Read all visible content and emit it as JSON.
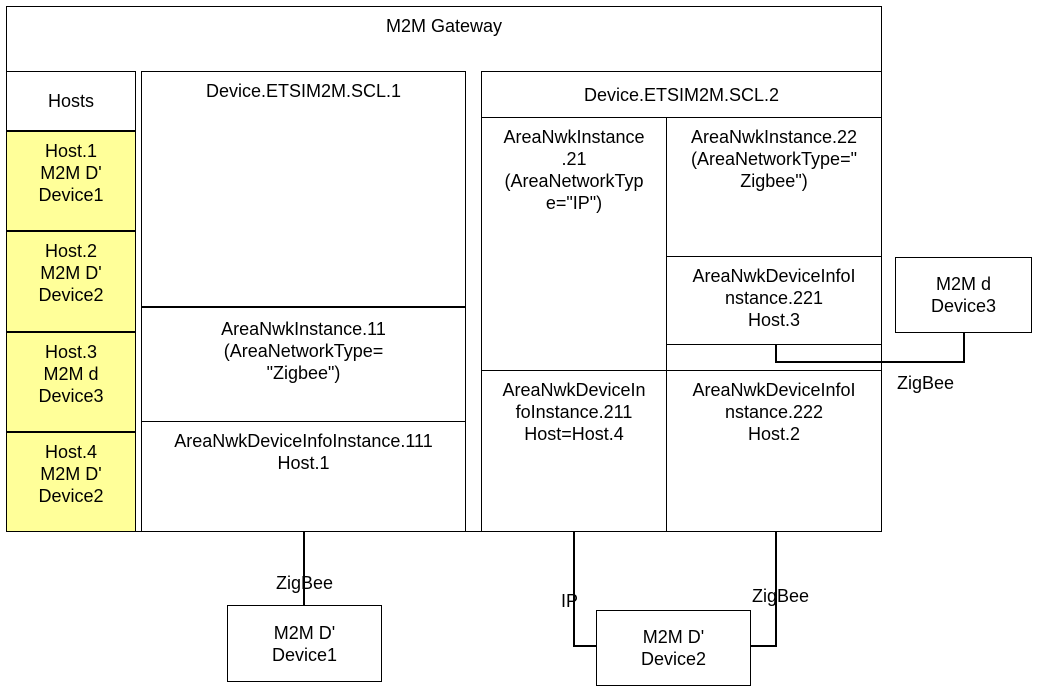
{
  "gateway": {
    "title": "M2M Gateway"
  },
  "hosts": {
    "header": "Hosts",
    "items": [
      {
        "label": "Host.1\nM2M D'\nDevice1"
      },
      {
        "label": "Host.2\nM2M D'\nDevice2"
      },
      {
        "label": "Host.3\nM2M d\nDevice3"
      },
      {
        "label": "Host.4\nM2M D'\nDevice2"
      }
    ]
  },
  "scl1": {
    "title": "Device.ETSIM2M.SCL.1",
    "area_nwk_instance": "AreaNwkInstance.11\n(AreaNetworkType=\n\"Zigbee\")",
    "device_info": "AreaNwkDeviceInfoInstance.111\nHost.1"
  },
  "scl2": {
    "title": "Device.ETSIM2M.SCL.2",
    "area_nwk_instance_21": "AreaNwkInstance\n.21\n(AreaNetworkTyp\ne=\"IP\")",
    "device_info_211": "AreaNwkDeviceIn\nfoInstance.211\nHost=Host.4",
    "area_nwk_instance_22": "AreaNwkInstance.22\n(AreaNetworkType=\"\nZigbee\")",
    "device_info_221": "AreaNwkDeviceInfoI\nnstance.221\nHost.3",
    "device_info_222": "AreaNwkDeviceInfoI\nnstance.222\nHost.2"
  },
  "devices": {
    "device1": "M2M D'\nDevice1",
    "device2": "M2M D'\nDevice2",
    "device3": "M2M d\nDevice3"
  },
  "links": {
    "zigbee_device1": "ZigBee",
    "ip_device2": "IP",
    "zigbee_device2": "ZigBee",
    "zigbee_device3": "ZigBee"
  },
  "colors": {
    "host_fill": "#ffff99",
    "line": "#000000"
  }
}
